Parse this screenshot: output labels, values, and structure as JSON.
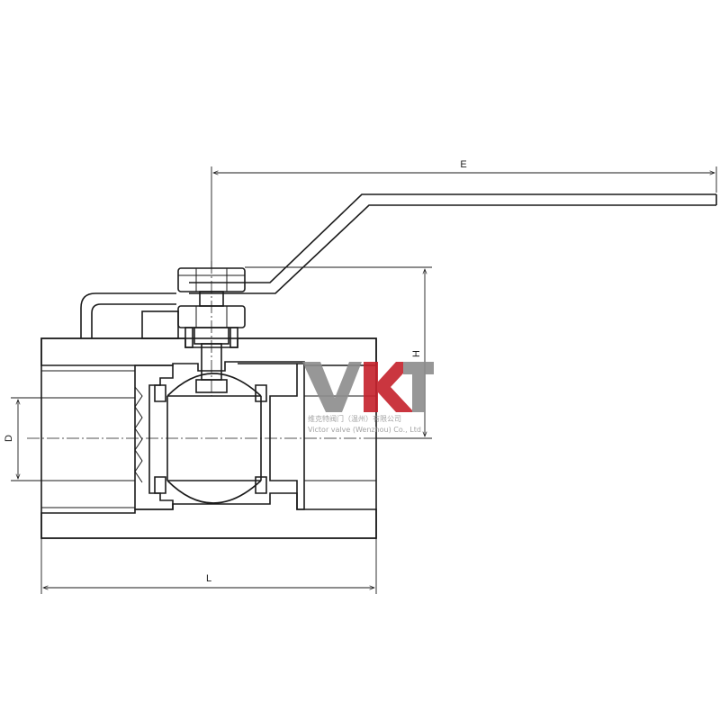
{
  "dimensions": {
    "E": "E",
    "H": "H",
    "D": "D",
    "L": "L"
  },
  "watermark": {
    "logo": "VKT",
    "company_cn": "维克特阀门（温州）有限公司",
    "company_en": "Victor valve (Wenzhou) Co., Ltd",
    "colors": {
      "v": "#8c8c8c",
      "k": "#c5212b",
      "t": "#8c8c8c"
    }
  }
}
